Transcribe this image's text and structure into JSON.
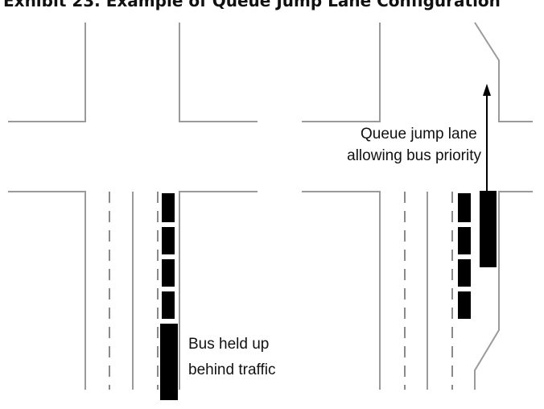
{
  "title": "Exhibit 23. Example of Queue Jump Lane Configuration",
  "left_panel": {
    "label_lines": [
      "Bus held up",
      "behind traffic"
    ]
  },
  "right_panel": {
    "label_lines": [
      "Queue jump lane",
      "allowing bus priority"
    ]
  },
  "colors": {
    "road_edge": "#9a9a9a",
    "lane_marking": "#8a8a8a",
    "vehicle": "#000000"
  }
}
